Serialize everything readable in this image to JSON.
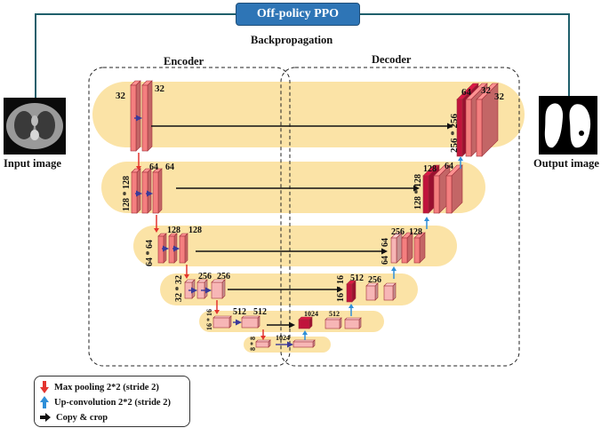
{
  "title_box": "Off-policy PPO",
  "subtitle": "Backpropagation",
  "sections": {
    "encoder": "Encoder",
    "decoder": "Decoder"
  },
  "input_label": "Input image",
  "output_label": "Output image",
  "encoder_levels": [
    {
      "size": "",
      "ch_a": "32",
      "ch_b": "32"
    },
    {
      "size": "128 * 128",
      "ch_a": "64",
      "ch_b": "64"
    },
    {
      "size": "64 * 64",
      "ch_a": "128",
      "ch_b": "128"
    },
    {
      "size": "32 * 32",
      "ch_a": "256",
      "ch_b": "256"
    },
    {
      "size": "16 * 16",
      "ch_a": "512",
      "ch_b": "512"
    },
    {
      "size": "8 * 8",
      "ch_a": "1024",
      "ch_b": ""
    }
  ],
  "decoder_levels": [
    {
      "size": "256 * 256",
      "ch_a": "64",
      "ch_b": "32",
      "ch_c": "32"
    },
    {
      "size": "128 * 128",
      "ch_a": "128",
      "ch_b": "64"
    },
    {
      "size": "64 * 64",
      "ch_a": "256",
      "ch_b": "128"
    },
    {
      "size": "16 * 16",
      "ch_a": "512",
      "ch_b": "256"
    },
    {
      "size": "",
      "ch_a": "1024",
      "ch_b": "512"
    }
  ],
  "legend": [
    {
      "icon": "red-down-arrow-icon",
      "text": "Max pooling 2*2 (stride 2)"
    },
    {
      "icon": "blue-up-arrow-icon",
      "text": "Up-convolution 2*2 (stride 2)"
    },
    {
      "icon": "black-right-arrow-icon",
      "text": "Copy & crop"
    }
  ],
  "colors": {
    "band": "#fbe3a6",
    "block": "#f47f7f",
    "block_dark": "#c0143c",
    "block_light": "#f7b6b6",
    "ppo": "#2e75b6",
    "line": "#1f5f6b",
    "pool_arrow": "#e3342f",
    "up_arrow": "#2f8fd8"
  }
}
